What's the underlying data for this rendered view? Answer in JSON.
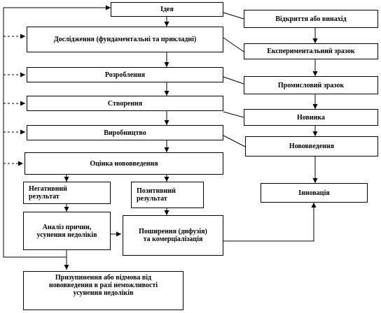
{
  "diagram": {
    "nodes": {
      "idea": "Ідея",
      "research": "Дослідження (фундаментальні та прикладні)",
      "development": "Розроблення",
      "creation": "Створення",
      "production": "Виробництво",
      "evaluation": "Оцінка нововведення",
      "negative_result": "Негативний результат",
      "positive_result": "Позитивний результат",
      "cause_analysis": "Аналіз причин, усунення недоліків",
      "diffusion": "Поширення (дифузія) та комерціалізація",
      "suspension": "Призупинення або відмова від нововведення в разі неможливості усунення недоліків",
      "discovery": "Відкриття або винахід",
      "experimental_sample": "Експериментальний зразок",
      "industrial_sample": "Промисловий зразок",
      "novelty": "Новинка",
      "innovation_intro": "Нововведення",
      "innovation": "Інновація"
    }
  },
  "colors": {
    "line": "#000000",
    "background": "#ffffff"
  }
}
